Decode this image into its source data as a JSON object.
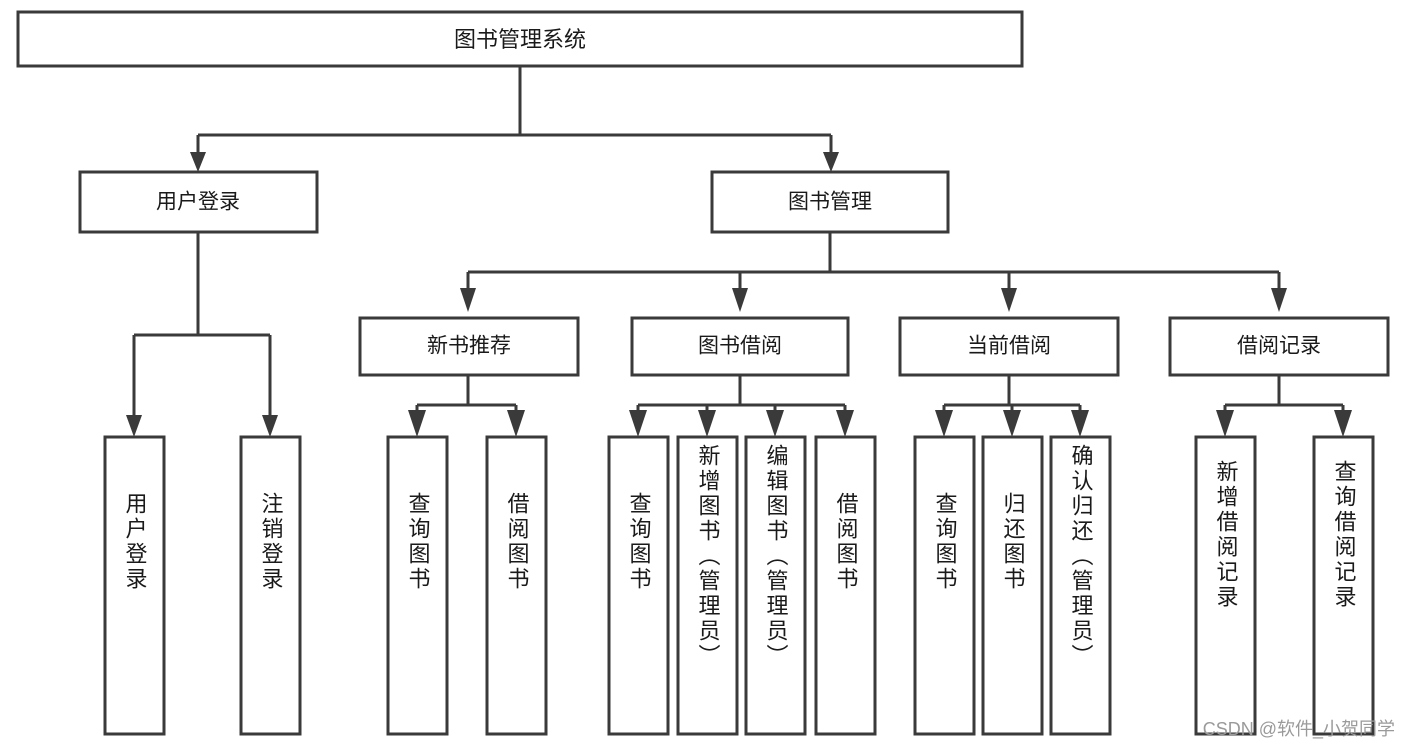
{
  "diagram": {
    "type": "tree",
    "title": "图书管理系统",
    "watermark": "CSDN @软件_小贺同学",
    "root": {
      "id": "root",
      "label": "图书管理系统"
    },
    "level1": [
      {
        "id": "user-login",
        "label": "用户登录"
      },
      {
        "id": "book-manage",
        "label": "图书管理"
      }
    ],
    "level2": [
      {
        "id": "new-book-recommend",
        "label": "新书推荐",
        "parent": "book-manage"
      },
      {
        "id": "book-borrow",
        "label": "图书借阅",
        "parent": "book-manage"
      },
      {
        "id": "current-borrow",
        "label": "当前借阅",
        "parent": "book-manage"
      },
      {
        "id": "borrow-record",
        "label": "借阅记录",
        "parent": "book-manage"
      }
    ],
    "leaves": [
      {
        "id": "leaf-user-login",
        "label": "用户登录",
        "parent": "user-login"
      },
      {
        "id": "leaf-user-logout",
        "label": "注销登录",
        "parent": "user-login"
      },
      {
        "id": "leaf-query-book-1",
        "label": "查询图书",
        "parent": "new-book-recommend"
      },
      {
        "id": "leaf-borrow-book-1",
        "label": "借阅图书",
        "parent": "new-book-recommend"
      },
      {
        "id": "leaf-query-book-2",
        "label": "查询图书",
        "parent": "book-borrow"
      },
      {
        "id": "leaf-add-book",
        "label": "新增图书（管理员）",
        "parent": "book-borrow"
      },
      {
        "id": "leaf-edit-book",
        "label": "编辑图书（管理员）",
        "parent": "book-borrow"
      },
      {
        "id": "leaf-borrow-book-2",
        "label": "借阅图书",
        "parent": "book-borrow"
      },
      {
        "id": "leaf-query-book-3",
        "label": "查询图书",
        "parent": "current-borrow"
      },
      {
        "id": "leaf-return-book",
        "label": "归还图书",
        "parent": "current-borrow"
      },
      {
        "id": "leaf-confirm-return",
        "label": "确认归还（管理员）",
        "parent": "current-borrow"
      },
      {
        "id": "leaf-add-record",
        "label": "新增借阅记录",
        "parent": "borrow-record"
      },
      {
        "id": "leaf-query-record",
        "label": "查询借阅记录",
        "parent": "borrow-record"
      }
    ],
    "colors": {
      "stroke": "#3a3a3a",
      "fill": "#ffffff",
      "text": "#1a1a1a",
      "watermark": "#9a9a9a",
      "background": "#ffffff"
    }
  }
}
